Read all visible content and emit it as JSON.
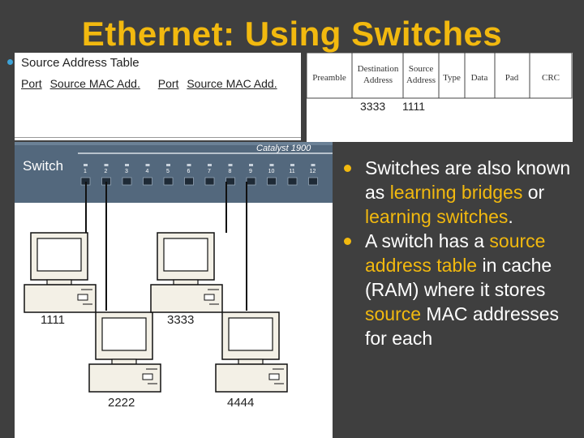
{
  "title": "Ethernet: Using Switches",
  "sat": {
    "header": "Source Address Table",
    "cols": [
      "Port",
      "Source MAC Add.",
      "Port",
      "Source MAC Add."
    ]
  },
  "frame": {
    "fields": [
      "Preamble",
      "Destination Address",
      "Source Address",
      "Type",
      "Data",
      "Pad",
      "CRC"
    ],
    "dest_value": "3333",
    "src_value": "1111"
  },
  "switch": {
    "label": "Switch",
    "brand": "Catalyst 1900",
    "ports": [
      "1",
      "2",
      "3",
      "4",
      "5",
      "6",
      "7",
      "8",
      "9",
      "10",
      "11",
      "12"
    ]
  },
  "hosts": [
    "1111",
    "2222",
    "3333",
    "4444"
  ],
  "bullets": [
    {
      "parts": [
        {
          "text": "Switches are also known as ",
          "hl": false
        },
        {
          "text": "learning bridges",
          "hl": true
        },
        {
          "text": " or ",
          "hl": false
        },
        {
          "text": "learning switches",
          "hl": true
        },
        {
          "text": ".",
          "hl": false
        }
      ]
    },
    {
      "parts": [
        {
          "text": "A switch has a ",
          "hl": false
        },
        {
          "text": "source address table",
          "hl": true
        },
        {
          "text": " in cache (RAM) where it stores ",
          "hl": false
        },
        {
          "text": "source",
          "hl": true
        },
        {
          "text": " MAC addresses for each",
          "hl": false
        }
      ]
    }
  ],
  "colors": {
    "accent": "#f2b90f",
    "background": "#3f3f3f",
    "switch": "#53687d"
  }
}
